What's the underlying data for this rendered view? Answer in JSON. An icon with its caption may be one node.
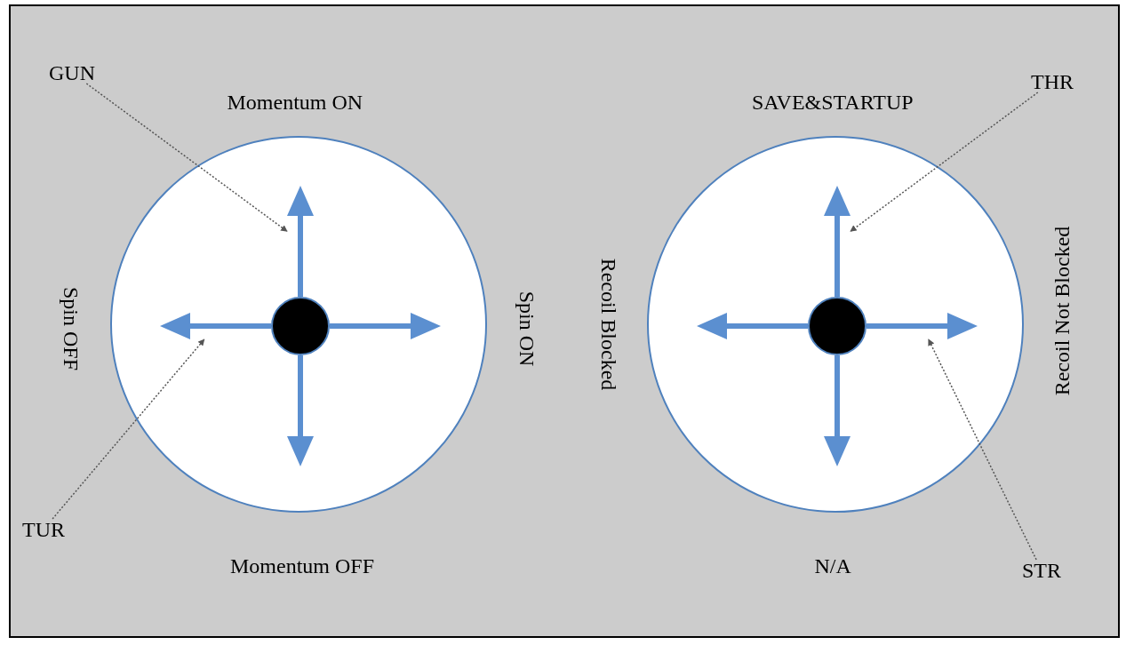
{
  "diagram": {
    "nodes": [
      {
        "text": [
          "GUN"
        ]
      },
      {
        "text": [],
        "shape": "circle"
      },
      {
        "text": [],
        "shape": "arrow",
        "in": 1,
        "beside": [
          "Momentum ON"
        ]
      },
      {
        "text": [],
        "shape": "arrow",
        "in": 1,
        "beside": [
          "Spin OFF"
        ]
      },
      {
        "text": [],
        "shape": "arrow",
        "in": 1,
        "beside": [
          "Spin ON"
        ]
      },
      {
        "text": [],
        "shape": "arrow",
        "in": 1
      },
      {
        "text": [
          "TUR"
        ]
      },
      {
        "text": [
          "THR"
        ]
      },
      {
        "text": [],
        "shape": "circle"
      },
      {
        "text": [],
        "shape": "arrow",
        "in": 8,
        "beside": [
          "SAVE&STARTUP"
        ]
      },
      {
        "text": [],
        "shape": "arrow",
        "in": 8,
        "beside": [
          "Recoil Blocked"
        ]
      },
      {
        "text": [],
        "shape": "arrow",
        "in": 8,
        "beside": [
          "Recoil Not Blocked"
        ]
      },
      {
        "text": [],
        "shape": "arrow",
        "in": 8
      },
      {
        "text": [
          "STR"
        ]
      }
    ],
    "edges": [
      {
        "from": 0,
        "to": 2,
        "arrow": "to"
      },
      {
        "from": 6,
        "to": 3,
        "arrow": "to"
      },
      {
        "from": 7,
        "to": 9,
        "arrow": "to"
      },
      {
        "from": 13,
        "to": 11,
        "arrow": "to"
      }
    ],
    "labels": [
      "Momentum OFF",
      "N/A"
    ]
  }
}
